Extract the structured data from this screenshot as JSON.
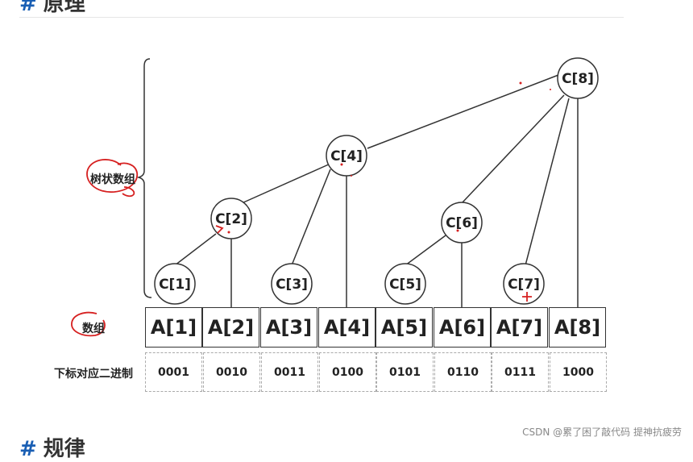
{
  "headings": {
    "top": "原理",
    "bottom": "规律"
  },
  "labels": {
    "tree": "树状数组",
    "array": "数组",
    "binary": "下标对应二进制"
  },
  "tree_nodes": [
    "C[1]",
    "C[2]",
    "C[3]",
    "C[4]",
    "C[5]",
    "C[6]",
    "C[7]",
    "C[8]"
  ],
  "array_cells": [
    "A[1]",
    "A[2]",
    "A[3]",
    "A[4]",
    "A[5]",
    "A[6]",
    "A[7]",
    "A[8]"
  ],
  "binary_cells": [
    "0001",
    "0010",
    "0011",
    "0100",
    "0101",
    "0110",
    "0111",
    "1000"
  ],
  "watermark": "CSDN @累了困了敲代码 提神抗疲劳",
  "colors": {
    "annotation": "#d62020",
    "heading_hash": "#1a5fb4"
  }
}
